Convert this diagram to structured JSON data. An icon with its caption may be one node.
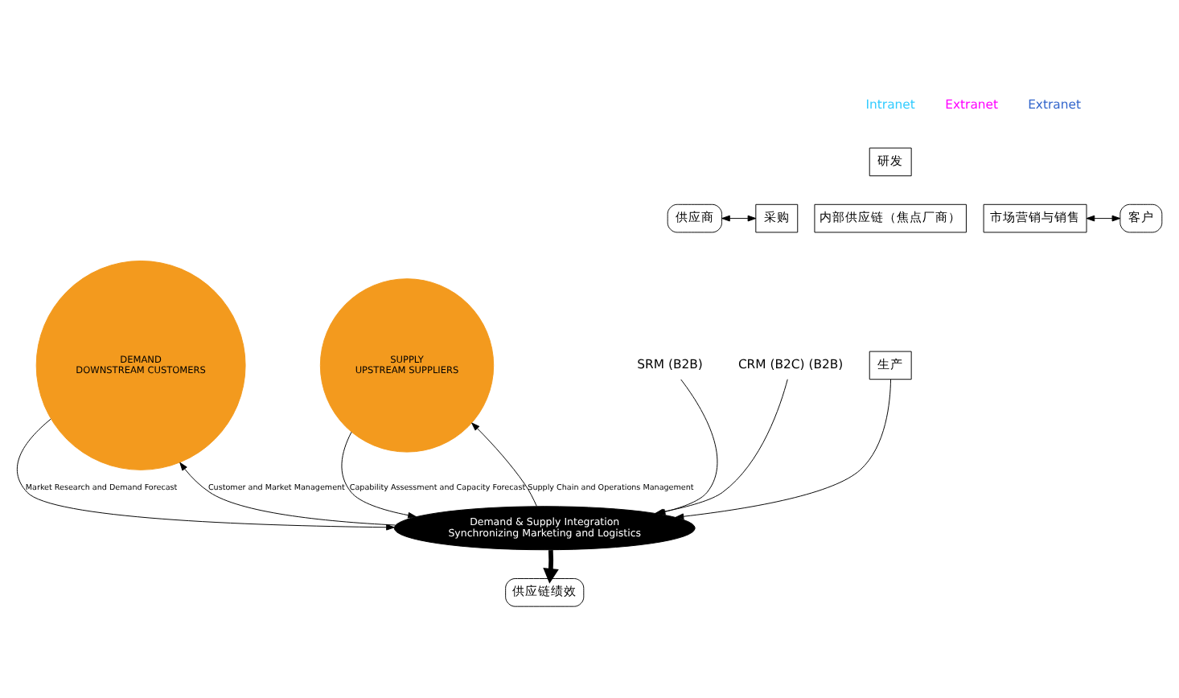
{
  "diagram": {
    "nodes": [
      {
        "text": [
          "供应商"
        ]
      },
      {
        "text": [
          "采购"
        ]
      },
      {
        "text": [
          "研发"
        ]
      },
      {
        "text": [
          "内部供应链（焦点厂商）"
        ]
      },
      {
        "text": [
          "市场营销与销售"
        ]
      },
      {
        "text": [
          "生产"
        ]
      },
      {
        "text": [
          "客户"
        ]
      },
      {
        "text": [
          "DEMAND",
          "DOWNSTREAM CUSTOMERS"
        ]
      },
      {
        "text": [
          "Demand & Supply Integration",
          "Synchronizing Marketing and Logistics"
        ]
      },
      {
        "text": [
          "SUPPLY",
          "UPSTREAM SUPPLIERS"
        ]
      },
      {
        "text": [
          "供应链绩效"
        ]
      },
      {
        "text": [
          "SRM (B2B)"
        ]
      },
      {
        "text": [
          "CRM (B2C) (B2B)"
        ]
      }
    ],
    "edges": [
      {
        "from": 0,
        "to": 1,
        "arrow": "both"
      },
      {
        "from": 4,
        "to": 6,
        "arrow": "both"
      },
      {
        "from": 11,
        "to": 8,
        "arrow": "to"
      },
      {
        "from": 5,
        "to": 8,
        "arrow": "to"
      },
      {
        "from": 12,
        "to": 8,
        "arrow": "to"
      },
      {
        "from": 7,
        "to": 8,
        "arrow": "to",
        "label": "Market Research and Demand Forecast"
      },
      {
        "from": 9,
        "to": 8,
        "arrow": "to",
        "label": "Capability Assessment and Capacity Forecast"
      },
      {
        "from": 8,
        "to": 7,
        "arrow": "to",
        "label": "Customer and Market Management"
      },
      {
        "from": 8,
        "to": 9,
        "arrow": "to",
        "label": "Supply Chain and Operations Management"
      },
      {
        "from": 8,
        "to": 10,
        "arrow": "to",
        "style": "thick"
      }
    ],
    "labels": [
      "Extranet",
      "Intranet",
      "Extranet"
    ]
  }
}
